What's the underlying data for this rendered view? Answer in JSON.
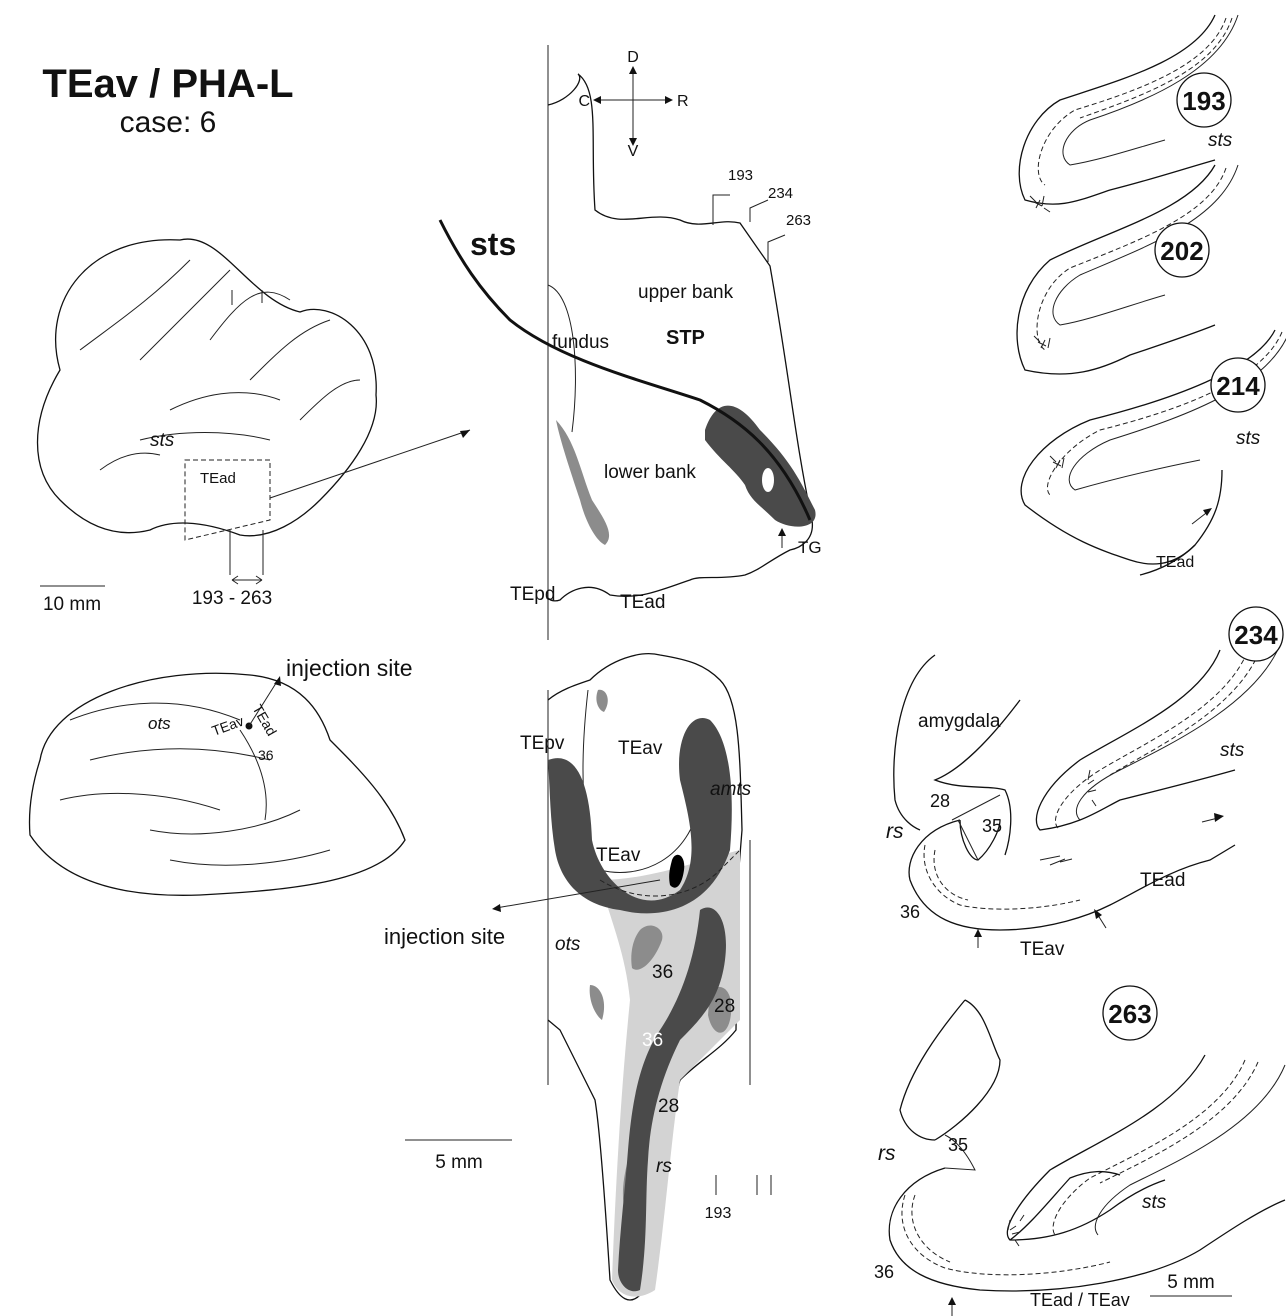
{
  "title": {
    "main": "TEav / PHA-L",
    "sub": "case: 6"
  },
  "lateral_brain": {
    "sulcus": "sts",
    "area": "TEad",
    "range": "193 - 263",
    "scale": "10 mm"
  },
  "ventral_brain": {
    "injection": "injection site",
    "sulcus": "ots",
    "areas": [
      "TEav",
      "TEad",
      "36"
    ]
  },
  "compass": {
    "d": "D",
    "v": "V",
    "c": "C",
    "r": "R"
  },
  "upper_map": {
    "sulcus": "sts",
    "sections": [
      "193",
      "234",
      "263"
    ],
    "upper_bank": "upper bank",
    "stp": "STP",
    "fundus": "fundus",
    "lower_bank": "lower bank",
    "tg": "TG",
    "tepd": "TEpd",
    "tead": "TEad"
  },
  "lower_map": {
    "tepv": "TEpv",
    "teav_top": "TEav",
    "amts": "amts",
    "teav_mid": "TEav",
    "injection": "injection site",
    "ots": "ots",
    "a36": "36",
    "a36b": "36",
    "a28": "28",
    "a28b": "28",
    "rs": "rs",
    "section": "193",
    "scale": "5 mm"
  },
  "sections": [
    {
      "number": "193",
      "sts": "sts"
    },
    {
      "number": "202"
    },
    {
      "number": "214",
      "sts": "sts",
      "tead": "TEad"
    },
    {
      "number": "234",
      "amygdala": "amygdala",
      "sts": "sts",
      "a28": "28",
      "a35": "35",
      "rs": "rs",
      "a36": "36",
      "tead": "TEad",
      "teav": "TEav"
    },
    {
      "number": "263",
      "rs": "rs",
      "a35": "35",
      "sts": "sts",
      "a36": "36",
      "label": "TEad / TEav",
      "scale": "5 mm"
    }
  ],
  "colors": {
    "dark": "#4a4a4a",
    "medium": "#8c8c8c",
    "light": "#d3d3d3",
    "line": "#111111"
  }
}
